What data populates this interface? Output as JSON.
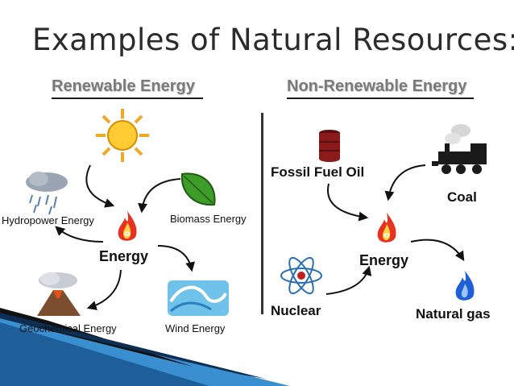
{
  "title": "Examples of Natural Resources:",
  "renewable": {
    "heading": "Renewable Energy",
    "center": "Energy",
    "hydropower": "Hydropower Energy",
    "biomass": "Biomass Energy",
    "geochemical": "Geochemical Energy",
    "wind": "Wind Energy"
  },
  "nonrenewable": {
    "heading": "Non-Renewable Energy",
    "center": "Energy",
    "fossil": "Fossil Fuel Oil",
    "coal": "Coal",
    "nuclear": "Nuclear",
    "gas": "Natural gas"
  },
  "colors": {
    "title": "#2b2b2b",
    "heading": "#7a7a7a",
    "sun": "#f5a623",
    "leaf": "#3f9b2a",
    "oil_barrel": "#8b1a1a",
    "gas_flame": "#1f5fd6",
    "banner_blue": "#3a8fd0"
  }
}
